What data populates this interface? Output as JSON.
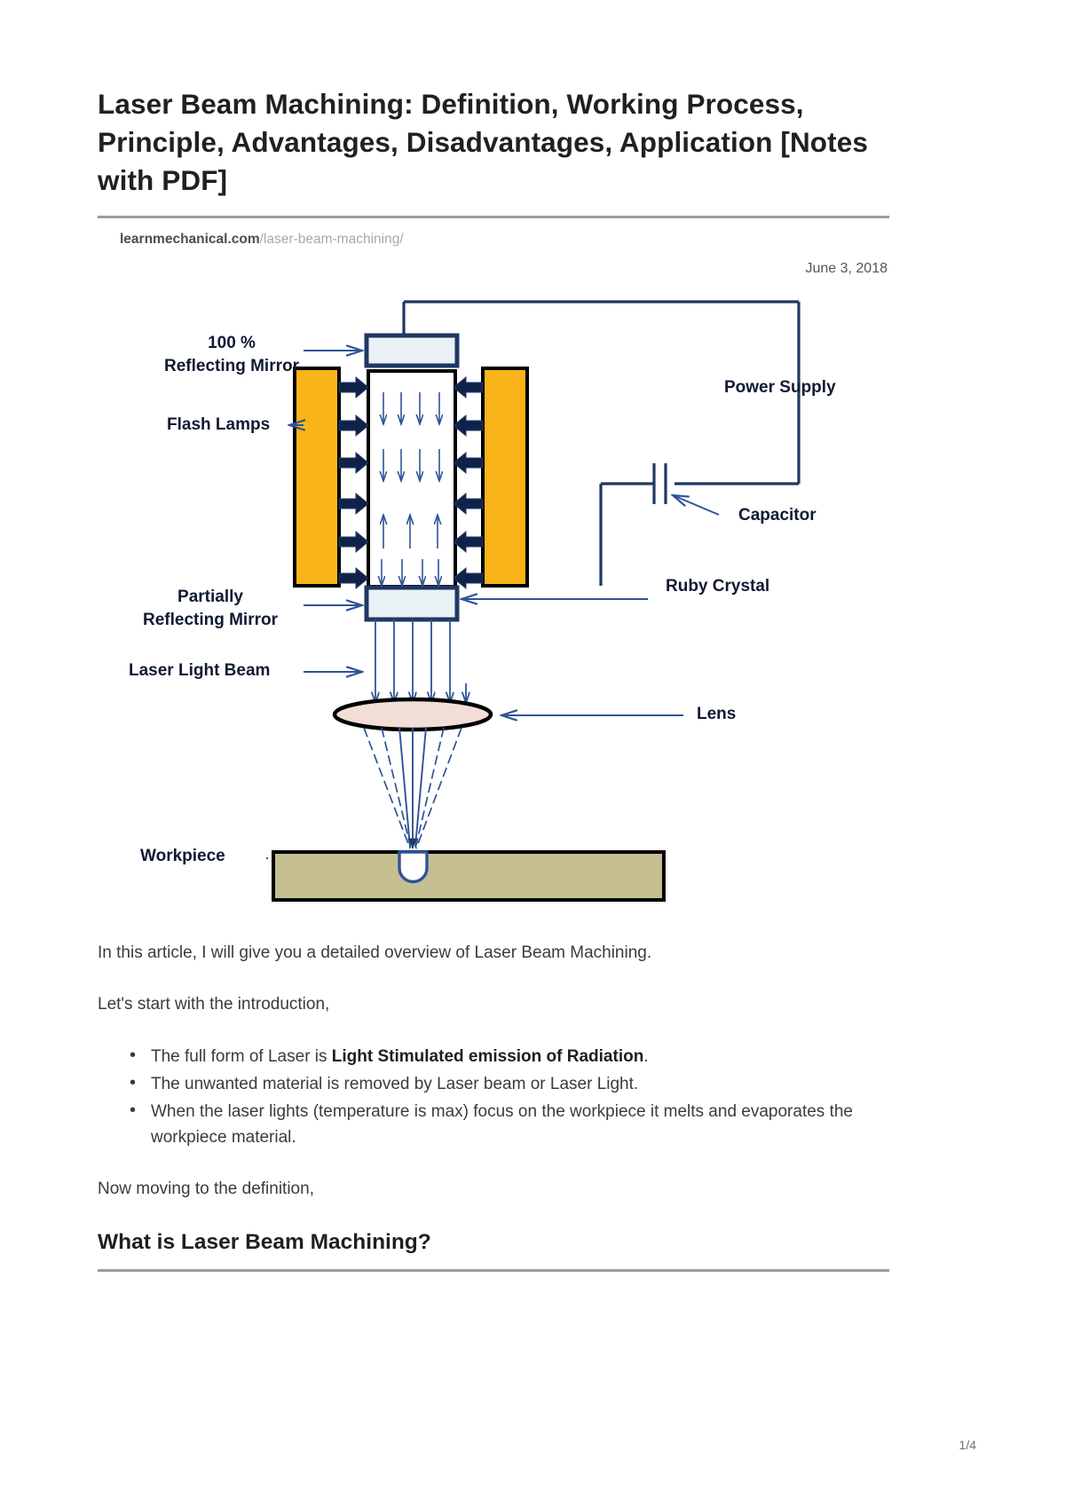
{
  "document": {
    "title": "Laser Beam Machining: Definition, Working Process, Principle, Advantages, Disadvantages, Application [Notes with PDF]",
    "source_domain": "learnmechanical.com",
    "source_path": "/laser-beam-machining/",
    "date": "June 3, 2018",
    "page_number": "1/4"
  },
  "figure": {
    "caption": "",
    "labels": {
      "reflecting_mirror_line1": "100 %",
      "reflecting_mirror_line2": "Reflecting Mirror",
      "flash_lamps": "Flash Lamps",
      "partial_mirror_line1": "Partially",
      "partial_mirror_line2": "Reflecting  Mirror",
      "laser_light_beam": "Laser Light Beam",
      "workpiece": "Workpiece",
      "power_supply": "Power Supply",
      "capacitor": "Capacitor",
      "ruby_crystal": "Ruby Crystal",
      "lens": "Lens"
    },
    "colors": {
      "flash_lamp_fill": "#f9b41a",
      "wire_navy": "#1f3864",
      "mirror_fill": "#eaf1f5",
      "lens_fill": "#f2ded6",
      "workpiece_fill": "#c5bf92",
      "outline_black": "#000000"
    }
  },
  "body": {
    "intro_paragraph": "In this article, I will give you a detailed overview of Laser Beam Machining.",
    "lead_paragraph": "Let's start with the introduction,",
    "bullets": [
      {
        "pre": "The full form of Laser is ",
        "bold": "Light Stimulated emission of Radiation",
        "post": "."
      },
      {
        "pre": "The unwanted material is removed by Laser beam or Laser Light.",
        "bold": "",
        "post": ""
      },
      {
        "pre": "When the laser lights (temperature is max) focus on the workpiece it melts and evaporates the workpiece material.",
        "bold": "",
        "post": ""
      }
    ],
    "closing_paragraph": "Now moving to the definition,",
    "section_heading": "What is Laser Beam Machining?"
  }
}
